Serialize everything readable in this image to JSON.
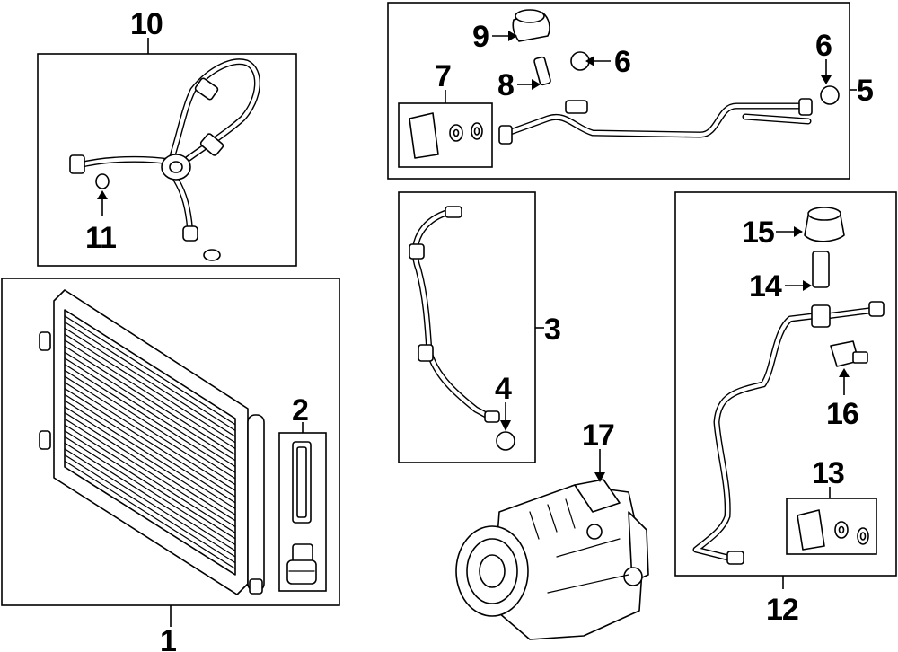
{
  "callouts": {
    "c1": "1",
    "c2": "2",
    "c3": "3",
    "c4": "4",
    "c5": "5",
    "c6a": "6",
    "c6b": "6",
    "c7": "7",
    "c8": "8",
    "c9": "9",
    "c10": "10",
    "c11": "11",
    "c12": "12",
    "c13": "13",
    "c14": "14",
    "c15": "15",
    "c16": "16",
    "c17": "17"
  },
  "colors": {
    "line": "#000000",
    "background": "#ffffff"
  }
}
